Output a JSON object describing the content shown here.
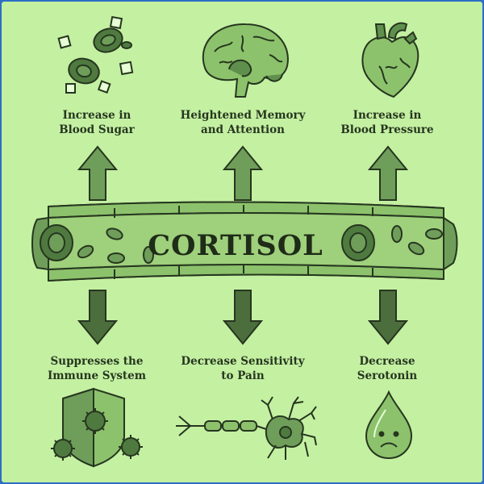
{
  "title": "CORTISOL",
  "effects_up": [
    {
      "line1": "Increase in",
      "line2": "Blood Sugar",
      "icon": "blood-sugar-icon"
    },
    {
      "line1": "Heightened Memory",
      "line2": "and Attention",
      "icon": "brain-icon"
    },
    {
      "line1": "Increase in",
      "line2": "Blood Pressure",
      "icon": "heart-icon"
    }
  ],
  "effects_down": [
    {
      "line1": "Suppresses the",
      "line2": "Immune System",
      "icon": "immune-shield-icon"
    },
    {
      "line1": "Decrease Sensitivity",
      "line2": "to Pain",
      "icon": "neuron-icon"
    },
    {
      "line1": "Decrease",
      "line2": "Serotonin",
      "icon": "sad-drop-icon"
    }
  ],
  "colors": {
    "background": "#c4f0a2",
    "border": "#2d6fc4",
    "vessel": "#8cc26c",
    "arrow": "#5f8f4c",
    "arrow_down": "#4c6e3d",
    "ink": "#26361f"
  }
}
